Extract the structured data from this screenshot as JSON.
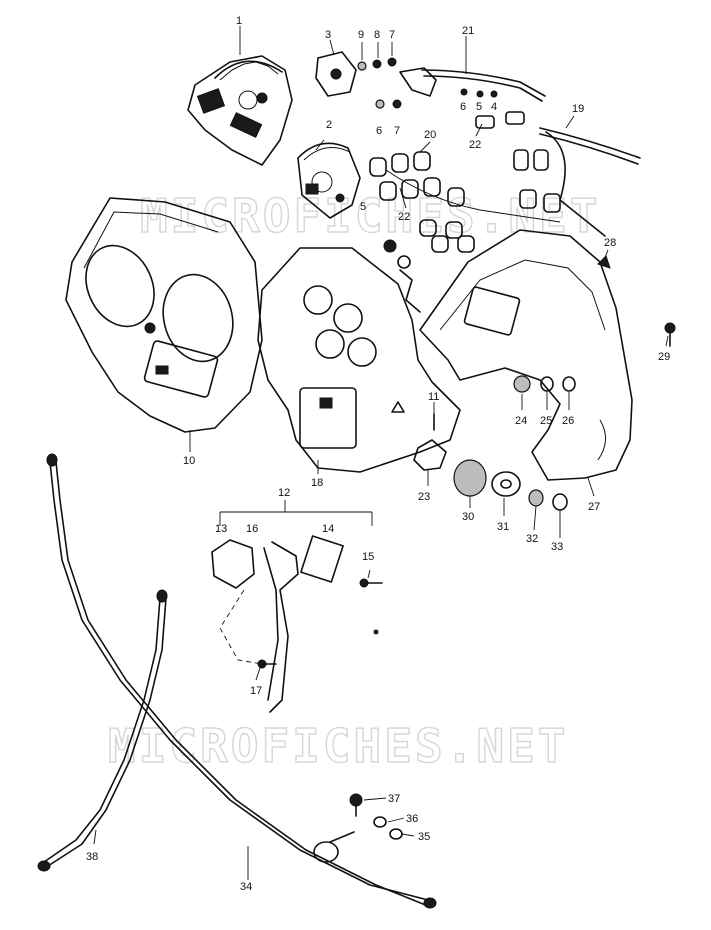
{
  "watermark": {
    "text_top": "MICROFICHES.NET",
    "text_bottom": "MICROFICHES.NET"
  },
  "callouts": [
    {
      "id": "c1",
      "label": "1"
    },
    {
      "id": "c2",
      "label": "2"
    },
    {
      "id": "c3",
      "label": "3"
    },
    {
      "id": "c4",
      "label": "4"
    },
    {
      "id": "c5a",
      "label": "5"
    },
    {
      "id": "c6a",
      "label": "6"
    },
    {
      "id": "c7a",
      "label": "7"
    },
    {
      "id": "c8",
      "label": "8"
    },
    {
      "id": "c9",
      "label": "9"
    },
    {
      "id": "c6b",
      "label": "6"
    },
    {
      "id": "c7b",
      "label": "7"
    },
    {
      "id": "c10",
      "label": "10"
    },
    {
      "id": "c11",
      "label": "11"
    },
    {
      "id": "c12",
      "label": "12"
    },
    {
      "id": "c13",
      "label": "13"
    },
    {
      "id": "c14",
      "label": "14"
    },
    {
      "id": "c15",
      "label": "15"
    },
    {
      "id": "c16",
      "label": "16"
    },
    {
      "id": "c17",
      "label": "17"
    },
    {
      "id": "c18",
      "label": "18"
    },
    {
      "id": "c19",
      "label": "19"
    },
    {
      "id": "c20",
      "label": "20"
    },
    {
      "id": "c21",
      "label": "21"
    },
    {
      "id": "c22a",
      "label": "22"
    },
    {
      "id": "c22b",
      "label": "22"
    },
    {
      "id": "c23",
      "label": "23"
    },
    {
      "id": "c24",
      "label": "24"
    },
    {
      "id": "c25",
      "label": "25"
    },
    {
      "id": "c26",
      "label": "26"
    },
    {
      "id": "c27",
      "label": "27"
    },
    {
      "id": "c28",
      "label": "28"
    },
    {
      "id": "c29",
      "label": "29"
    },
    {
      "id": "c30",
      "label": "30"
    },
    {
      "id": "c31",
      "label": "31"
    },
    {
      "id": "c32",
      "label": "32"
    },
    {
      "id": "c33",
      "label": "33"
    },
    {
      "id": "c34",
      "label": "34"
    },
    {
      "id": "c35",
      "label": "35"
    },
    {
      "id": "c36",
      "label": "36"
    },
    {
      "id": "c37",
      "label": "37"
    },
    {
      "id": "c38",
      "label": "38"
    },
    {
      "id": "c5b",
      "label": "5"
    }
  ]
}
